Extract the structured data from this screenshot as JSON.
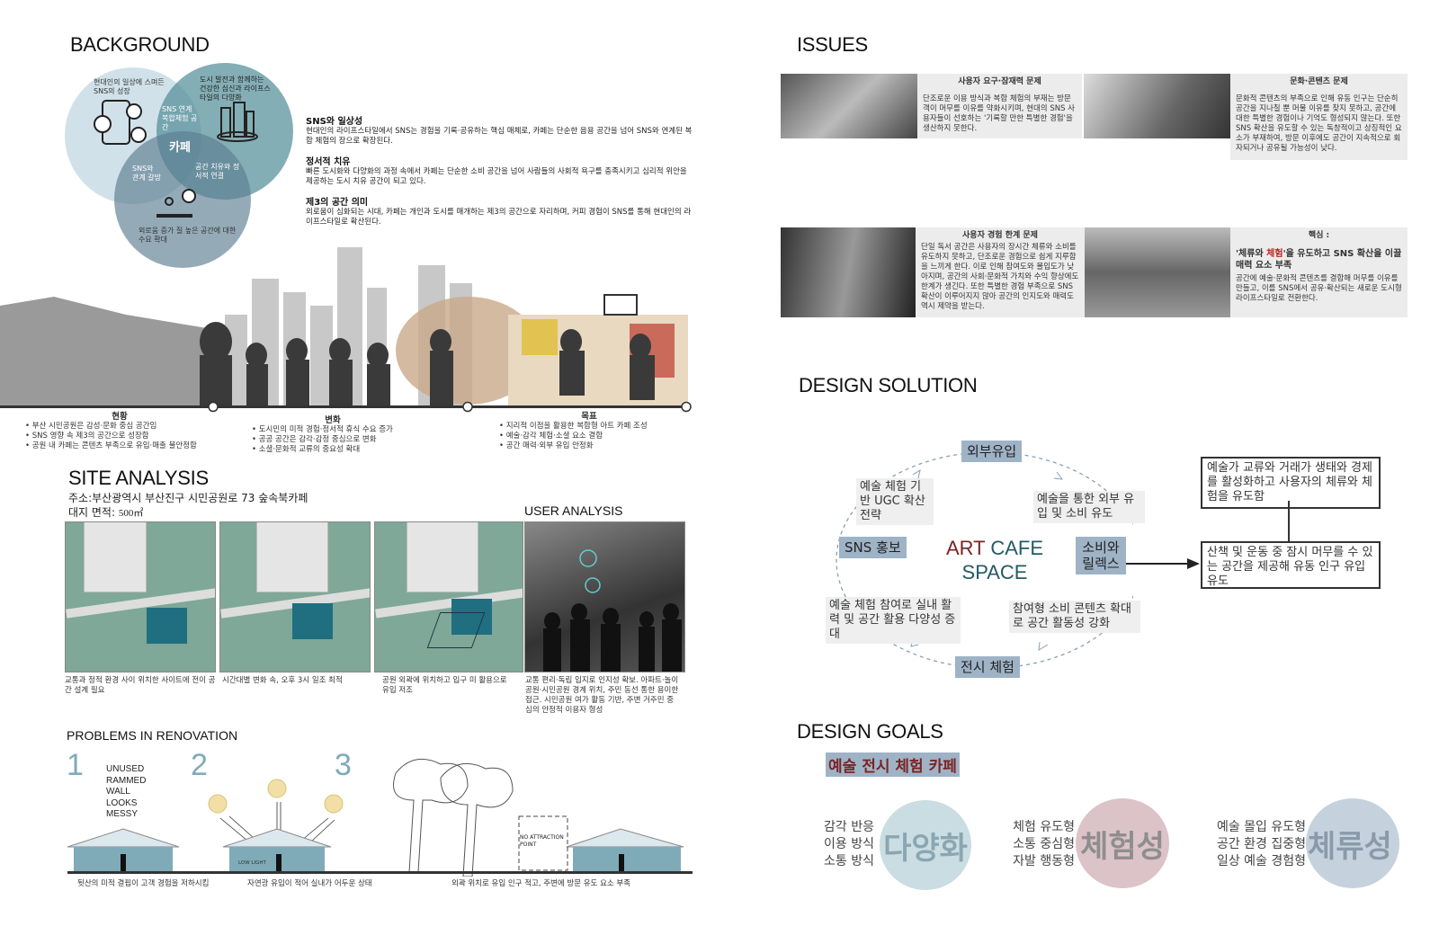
{
  "background": {
    "title": "BACKGROUND",
    "venn": {
      "circle1": "현대인의 일상에 스며든 SNS의 성장",
      "circle2": "도시 발전과 함께하는 건강한 심신과 라이프스타일의 다양화",
      "circle3": "외로움 증가 질 높은 공간에 대한 수요 확대",
      "overlap12": "SNS 연계 복합체험 공간",
      "overlap13": "SNS와 관계 갈망",
      "overlap23": "공간 치유와 정서적 연결",
      "center": "카페"
    },
    "paragraphs": [
      {
        "title": "SNS와 일상성",
        "body": "현대인의 라이프스타일에서 SNS는 경험을 기록·공유하는 핵심 매체로, 카페는 단순한 음용 공간을 넘어 SNS와 연계된 복합 체험의 장으로 확장된다."
      },
      {
        "title": "정서적 치유",
        "body": "빠른 도시화와 다양화의 과정 속에서 카페는 단순한 소비 공간을 넘어 사람들의 사회적 욕구를 충족시키고 심리적 위안을 제공하는 도시 치유 공간이 되고 있다."
      },
      {
        "title": "제3의 공간 의미",
        "body": "외로움이 심화되는 시대, 카페는 개인과 도시를 매개하는 제3의 공간으로 자리하며, 커피 경험이 SNS를 통해 현대인의 라이프스타일로 확산된다."
      }
    ],
    "timeline": [
      {
        "title": "현황",
        "items": [
          "부산 시민공원은 감성·문화 중심 공간임",
          "SNS 영향 속 제3의 공간으로 성장함",
          "공원 내 카페는 콘텐츠 부족으로 유입·매출 불안정함"
        ]
      },
      {
        "title": "변화",
        "items": [
          "도시민의 미적 경험·정서적 휴식 수요 증가",
          "공공 공간은 감각·감정 중심으로 변화",
          "소셜·문화적 교류의 중요성 확대"
        ]
      },
      {
        "title": "목표",
        "items": [
          "지리적 이점을 활용한 복합형 아트 카페 조성",
          "예술·감각 체험·소셜 요소 결합",
          "공간 매력·외부 유입 안정화"
        ]
      }
    ]
  },
  "site": {
    "title": "SITE ANALYSIS",
    "address": "주소:부산광역시 부산진구 시민공원로 73 숲속북카페",
    "area_label": "대지 면적:",
    "area_value": "500㎡",
    "user_title": "USER ANALYSIS",
    "captions": [
      "교통과 정적 환경 사이 위치한 사이트에 전이 공간 설계 필요",
      "시간대별 변화 속, 오후 3시 일조 최적",
      "공원 외곽에 위치하고 입구 미 활용으로유입 저조",
      "교통 편리·독립 입지로 인지성 확보. 아파트·놀이공원·시민공원 경계 위치, 주민 동선 통한 용이한 접근. 시민공원 여가 활동 기반, 주변 거주민 중심의 안정적 이용자 형성"
    ]
  },
  "problems": {
    "title": "PROBLEMS IN RENOVATION",
    "numbers": [
      "1",
      "2",
      "3"
    ],
    "wall_note": "UNUSED RAMMED WALL LOOKS MESSY",
    "low_light": "LOW LIGHT",
    "no_attraction": "NO ATTRACTION POINT",
    "captions": [
      "뒷산의 미적 결핍이 고객 경험을 저하시킴",
      "자연광 유입이 적어 실내가 어두운 상태",
      "외곽 위치로 유입 인구 적고, 주변에 방문 유도 요소 부족"
    ]
  },
  "issues": {
    "title": "ISSUES",
    "items": [
      {
        "title": "사용자 요구·잠재력 문제",
        "body": "단조로운 이용 방식과 복합 체험의 부재는 방문객이 머무를 이유를 약화시키며, 현대의 SNS 사용자들이 선호하는 '기록할 만한 특별한 경험'을 생산하지 못한다."
      },
      {
        "title": "문화·콘텐츠 문제",
        "body": "문화적 콘텐츠의 부족으로 인해 유동 인구는 단순히 공간을 지나칠 뿐 머물 이유를 찾지 못하고, 공간에 대한 특별한 경험이나 기억도 형성되지 않는다. 또한 SNS 확산을 유도할 수 있는 독창적이고 상징적인 요소가 부재하여, 방문 이후에도 공간이 지속적으로 회자되거나 공유될 가능성이 낮다."
      },
      {
        "title": "사용자 경험 한계 문제",
        "body": "단일 독서 공간은 사용자의 장시간 체류와 소비를 유도하지 못하고, 단조로운 경험으로 쉽게 지루함을 느끼게 한다. 이로 인해 참여도와 몰입도가 낮아지며, 공간의 사회·문화적 가치와 수익 향상에도 한계가 생긴다. 또한 특별한 경험 부족으로 SNS 확산이 이루어지지 않아 공간의 인지도와 매력도 역시 제약을 받는다."
      }
    ],
    "core": {
      "title": "핵심 :",
      "headline_pre": "'체류와 ",
      "headline_em": "체험",
      "headline_post": "'을 유도하고 SNS 확산을 이끌 매력 요소 부족",
      "body": "공간에 예술·문화적 콘텐츠를 결합해 머무를 이유를 만들고, 이를 SNS에서 공유·확산되는 새로운 도시형 라이프스타일로 전환한다."
    }
  },
  "solution": {
    "title": "DESIGN SOLUTION",
    "center_art": "ART",
    "center_cafe": "CAFE",
    "center_space": "SPACE",
    "nodes": {
      "top": "외부유입",
      "right": "소비와 릴렉스",
      "bottom": "전시 체험",
      "left": "SNS 홍보"
    },
    "labels": {
      "top_left": "예술 체험 기반 UGC 확산 전략",
      "top_right": "예술을 통한 외부 유입 및 소비 유도",
      "bottom_right": "참여형 소비 콘텐츠 확대로 공간 활동성 강화",
      "bottom_left": "예술 체험 참여로 실내 활력 및 공간 활용 다양성 증대"
    },
    "side_boxes": [
      "예술가 교류와 거래가 생태와 경제를 활성화하고 사용자의 체류와 체험을 유도함",
      "산책 및 운동 중 잠시 머무를 수 있는 공간을 제공해 유동 인구 유입 유도"
    ],
    "colors": {
      "art": "#7a2424",
      "cafe": "#245a63",
      "node": "#9fb3c6"
    }
  },
  "goals": {
    "title": "DESIGN GOALS",
    "subtitle": "예술 전시 체험 카페",
    "items": [
      {
        "word": "다양화",
        "lines": [
          "감각 반응",
          "이용 방식",
          "소통 방식"
        ],
        "color": "#c9dde2"
      },
      {
        "word": "체험성",
        "lines": [
          "체험 유도형",
          "소통 중심형",
          "자발 행동형"
        ],
        "color": "#dcc3c8"
      },
      {
        "word": "체류성",
        "lines": [
          "예술 몰입 유도형",
          "공간 환경 집중형",
          "일상 예술 경험형"
        ],
        "color": "#c5d2de"
      }
    ]
  }
}
